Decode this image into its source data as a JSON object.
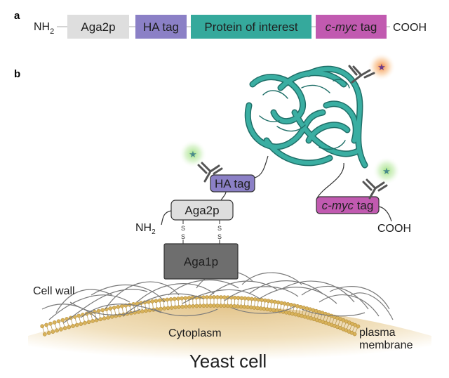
{
  "panel_a": {
    "letter": "a",
    "n_terminus": "NH",
    "n_terminus_sub": "2",
    "segments": [
      {
        "label": "Aga2p",
        "color": "#dedede",
        "text_color": "#1e1e1e"
      },
      {
        "label": "HA tag",
        "color": "#8b80c6",
        "text_color": "#1e1e1e"
      },
      {
        "label": "Protein of interest",
        "color": "#35a99c",
        "text_color": "#1e1e1e"
      },
      {
        "label_italic": "c-myc",
        "label_rest": " tag",
        "color": "#c15ab0",
        "text_color": "#1e1e1e"
      }
    ],
    "c_terminus": "COOH"
  },
  "panel_b": {
    "letter": "b",
    "ha_tag": "HA tag",
    "aga2p": "Aga2p",
    "aga1p": "Aga1p",
    "n_terminus": "NH",
    "n_terminus_sub": "2",
    "c_terminus": "COOH",
    "myc_italic": "c-myc",
    "myc_rest": " tag",
    "disulfide": "S",
    "cell_wall": "Cell wall",
    "cytoplasm": "Cytoplasm",
    "membrane_line1": "plasma",
    "membrane_line2": "membrane",
    "yeast_cell": "Yeast cell"
  },
  "colors": {
    "aga2p": "#dedede",
    "ha": "#8b80c6",
    "protein": "#35a99c",
    "myc": "#c15ab0",
    "aga1p": "#6e6e6e",
    "glow_green": "#7ed36b",
    "glow_orange": "#f59a2f",
    "cytoplasm": "#e6cc98",
    "lipid_head": "#d8b25a"
  }
}
